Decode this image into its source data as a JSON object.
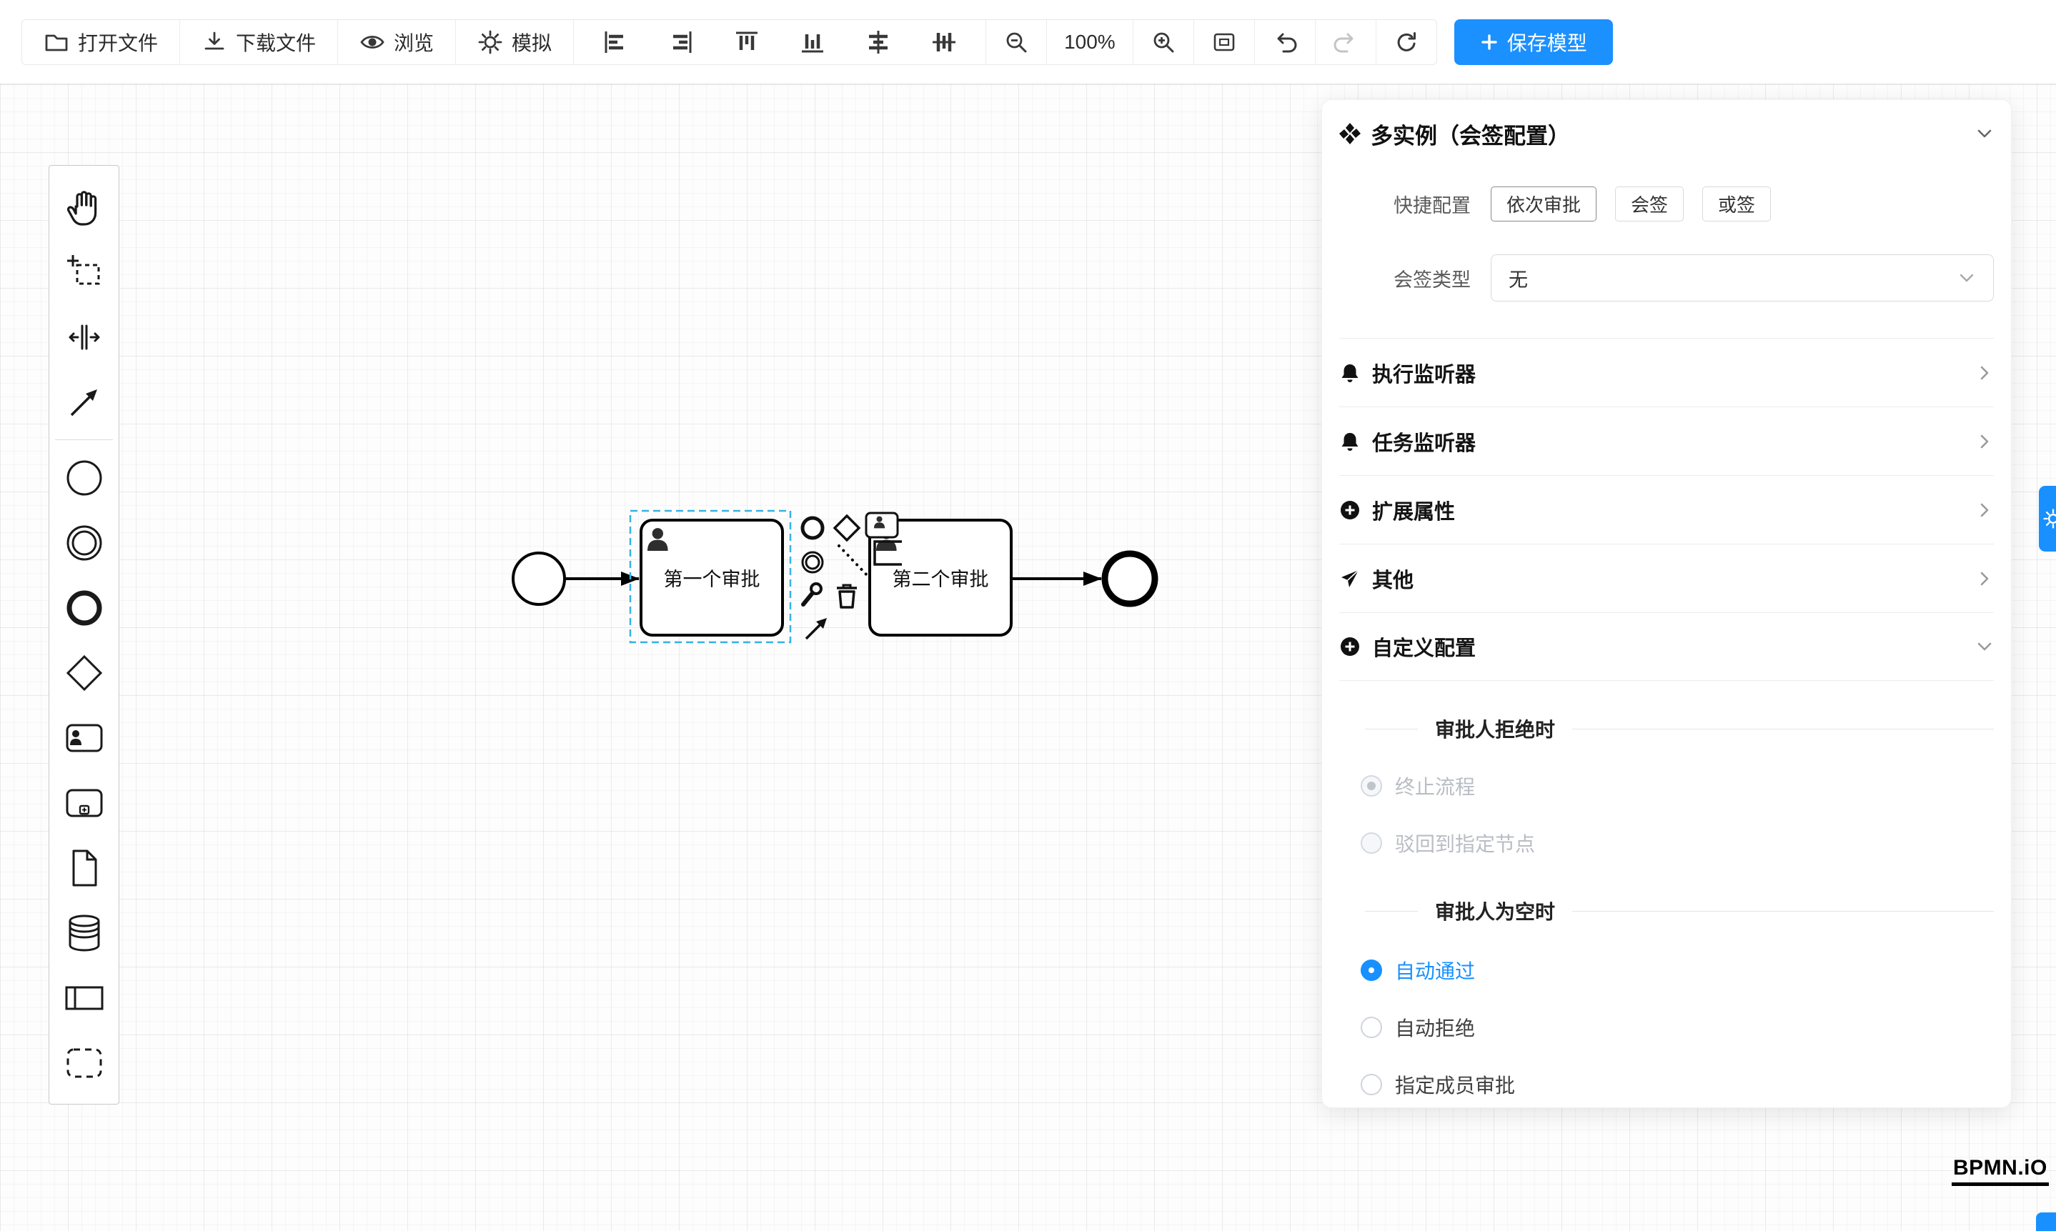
{
  "toolbar": {
    "open": "打开文件",
    "download": "下载文件",
    "browse": "浏览",
    "simulate": "模拟",
    "zoom_level": "100%",
    "save": "保存模型"
  },
  "canvas": {
    "task1": "第一个审批",
    "task2": "第二个审批"
  },
  "panel": {
    "title": "多实例（会签配置）",
    "quick_label": "快捷配置",
    "quick_options": [
      "依次审批",
      "会签",
      "或签"
    ],
    "type_label": "会签类型",
    "type_value": "无",
    "sections": [
      "执行监听器",
      "任务监听器",
      "扩展属性",
      "其他",
      "自定义配置"
    ],
    "reject_title": "审批人拒绝时",
    "reject_options": [
      "终止流程",
      "驳回到指定节点"
    ],
    "empty_title": "审批人为空时",
    "empty_options": [
      "自动通过",
      "自动拒绝",
      "指定成员审批"
    ]
  },
  "watermark": "BPMN.iO",
  "colors": {
    "accent": "#1890ff",
    "selection": "#35b3e5"
  },
  "icons": {
    "toolbar": [
      "folder-open-icon",
      "download-icon",
      "eye-icon",
      "gear-icon",
      "align-left-icon",
      "align-right-icon",
      "align-top-icon",
      "align-bottom-icon",
      "align-center-icon",
      "align-middle-icon",
      "zoom-out-icon",
      "zoom-in-icon",
      "fit-viewport-icon",
      "undo-icon",
      "redo-icon",
      "refresh-icon",
      "plus-icon"
    ],
    "palette": [
      "hand-tool-icon",
      "lasso-tool-icon",
      "space-tool-icon",
      "connect-tool-icon",
      "start-event-icon",
      "intermediate-event-icon",
      "end-event-icon",
      "gateway-icon",
      "user-task-icon",
      "subprocess-icon",
      "data-object-icon",
      "data-store-icon",
      "participant-icon",
      "group-icon"
    ],
    "panel": [
      "multi-instance-icon",
      "bell-icon",
      "plus-circle-icon",
      "send-icon",
      "chevron-down-icon",
      "chevron-right-icon"
    ],
    "misc": [
      "settings-gear-icon"
    ]
  }
}
